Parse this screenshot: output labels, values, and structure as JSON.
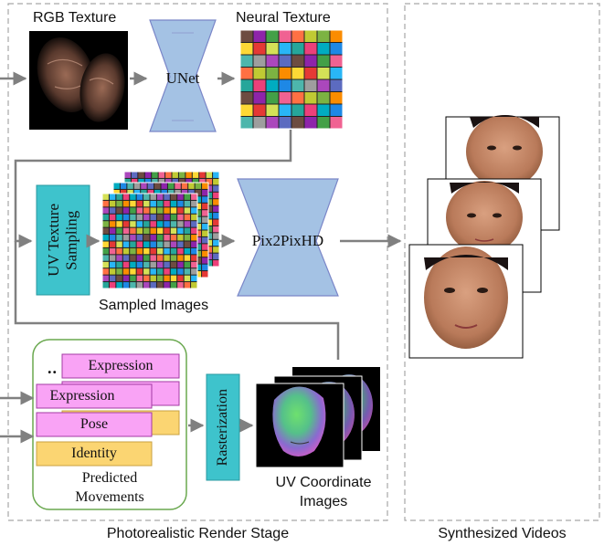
{
  "labels": {
    "rgb_texture": "RGB Texture",
    "neural_texture": "Neural Texture",
    "unet": "UNet",
    "pix2pixhd": "Pix2PixHD",
    "uv_texture_sampling_line1": "UV Texture",
    "uv_texture_sampling_line2": "Sampling",
    "sampled_images": "Sampled Images",
    "expression_back": "Expression",
    "expression_front": "Expression",
    "pose": "Pose",
    "identity": "Identity",
    "ellipsis": "..",
    "predicted_movements_line1": "Predicted",
    "predicted_movements_line2": "Movements",
    "rasterization": "Rasterization",
    "uv_coordinate_line1": "UV Coordinate",
    "uv_coordinate_line2": "Images",
    "photorealistic_render_stage": "Photorealistic Render Stage",
    "synthesized_videos": "Synthesized Videos"
  },
  "colors": {
    "network": "#a4c2e4",
    "network_stroke": "#7a86c8",
    "sampling_box": "#3ec3cc",
    "expression": "#f9a3f5",
    "pose": "#f9a3f5",
    "identity": "#fbd572",
    "movements_border": "#6aa84f",
    "arrow": "#808080",
    "dashed": "#a6a6a6"
  },
  "icons": {
    "rgb_texture": "rgb-texture-face-image",
    "neural_texture": "color-grid-image",
    "sampled_images": "color-grid-stack",
    "uv_images": "uv-coordinate-face-stack",
    "videos": "synthesized-face-stack"
  }
}
